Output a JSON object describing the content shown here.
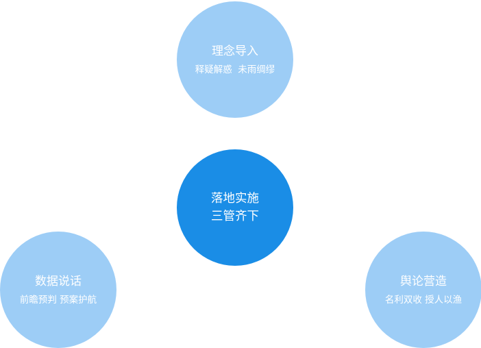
{
  "nodes": {
    "top": {
      "title": "理念导入",
      "subtitle": "释疑解惑  未雨绸缪"
    },
    "center": {
      "line1": "落地实施",
      "line2": "三管齐下"
    },
    "left": {
      "title": "数据说话",
      "subtitle": "前瞻预判 预案护航"
    },
    "right": {
      "title": "舆论营造",
      "subtitle": "名利双收 授人以渔"
    }
  },
  "colors": {
    "outer_circle": "#9dcdf6",
    "center_circle": "#1a8de6",
    "text": "#ffffff"
  }
}
